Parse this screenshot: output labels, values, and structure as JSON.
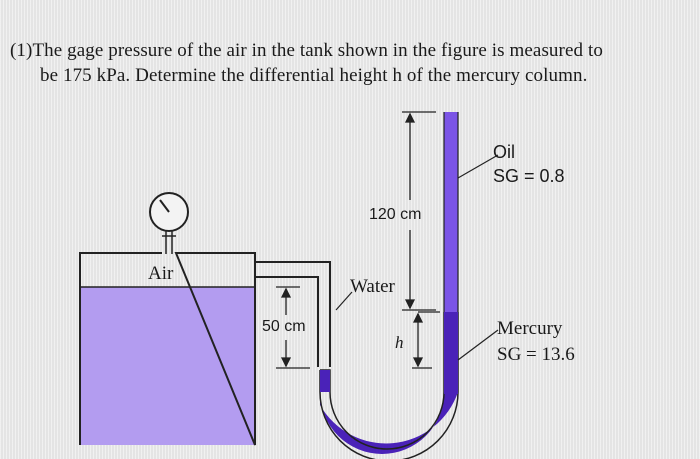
{
  "problem": {
    "line1": "(1)The gage pressure of the air in the tank shown in the figure is measured to",
    "line2": "be 175 kPa. Determine the differential height h of the mercury column."
  },
  "labels": {
    "oil_name": "Oil",
    "oil_sg": "SG = 0.8",
    "height_120": "120 cm",
    "air": "Air",
    "water": "Water",
    "height_50": "50 cm",
    "h": "h",
    "mercury_name": "Mercury",
    "mercury_sg": "SG = 13.6"
  },
  "colors": {
    "tank_fill": "#b39cf0",
    "oil_column": "#7b54e6",
    "mercury_column": "#4a22b8",
    "outline": "#222222"
  },
  "icons": {
    "gauge": "pressure-gauge-icon"
  }
}
